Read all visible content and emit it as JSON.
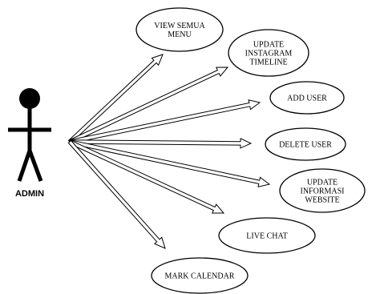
{
  "actor": {
    "label": "ADMIN",
    "icon": "stick-figure-icon"
  },
  "use_cases": [
    {
      "id": "view-semua-menu",
      "lines": [
        "VIEW SEMUA",
        "MENU"
      ]
    },
    {
      "id": "update-instagram-timeline",
      "lines": [
        "UPDATE",
        "INSTAGRAM",
        "TIMELINE"
      ]
    },
    {
      "id": "add-user",
      "lines": [
        "ADD USER"
      ]
    },
    {
      "id": "delete-user",
      "lines": [
        "DELETE USER"
      ]
    },
    {
      "id": "update-informasi-website",
      "lines": [
        "UPDATE",
        "INFORMASI",
        "WEBSITE"
      ]
    },
    {
      "id": "live-chat",
      "lines": [
        "LIVE CHAT"
      ]
    },
    {
      "id": "mark-calendar",
      "lines": [
        "MARK CALENDAR"
      ]
    }
  ],
  "colors": {
    "stroke": "#000000",
    "fill": "#ffffff",
    "actor_fill": "#000000"
  }
}
